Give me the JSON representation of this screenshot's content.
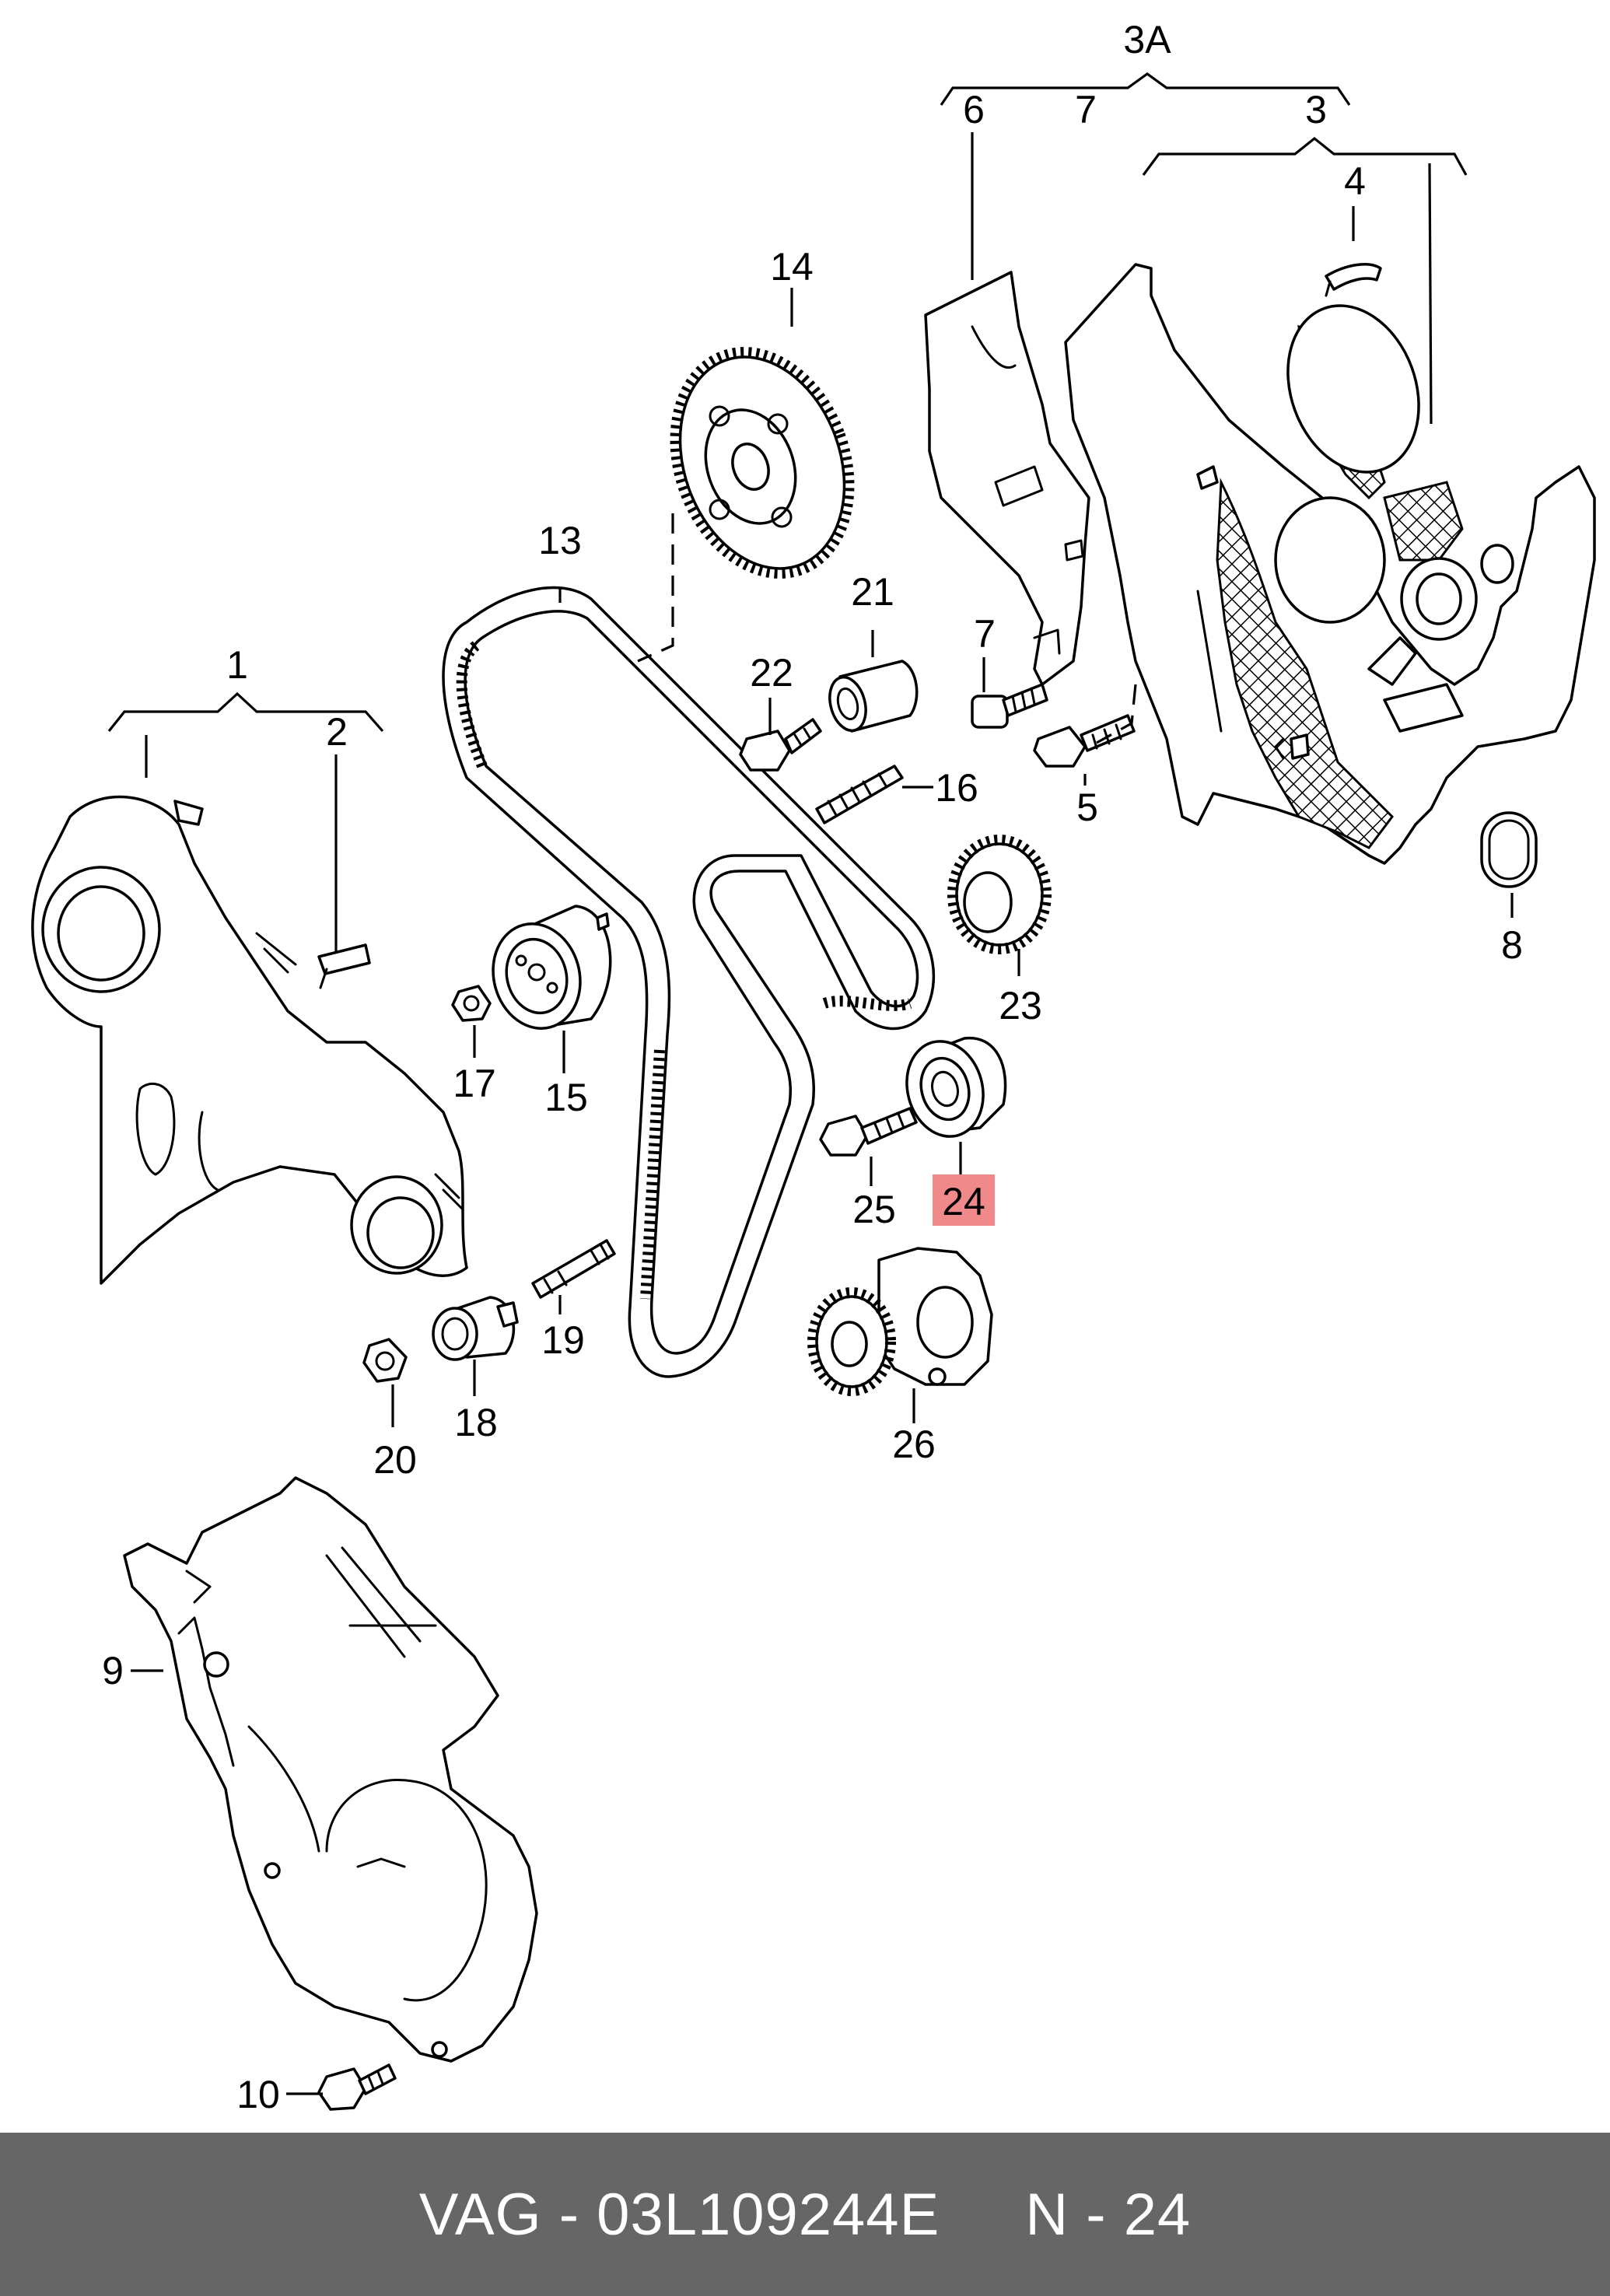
{
  "callouts": {
    "1": "1",
    "2": "2",
    "3": "3",
    "3A": "3A",
    "4": "4",
    "5": "5",
    "6": "6",
    "7a": "7",
    "7b": "7",
    "8": "8",
    "9": "9",
    "10": "10",
    "13": "13",
    "14": "14",
    "15": "15",
    "16": "16",
    "17": "17",
    "18": "18",
    "19": "19",
    "20": "20",
    "21": "21",
    "22": "22",
    "23": "23",
    "24": "24",
    "25": "25",
    "26": "26"
  },
  "highlighted_callout": "24",
  "highlight_color": "#f08a8a",
  "footer": {
    "part_number": "VAG - 03L109244E",
    "reference": "N - 24",
    "background_color": "#666666",
    "text_color": "#ffffff"
  }
}
